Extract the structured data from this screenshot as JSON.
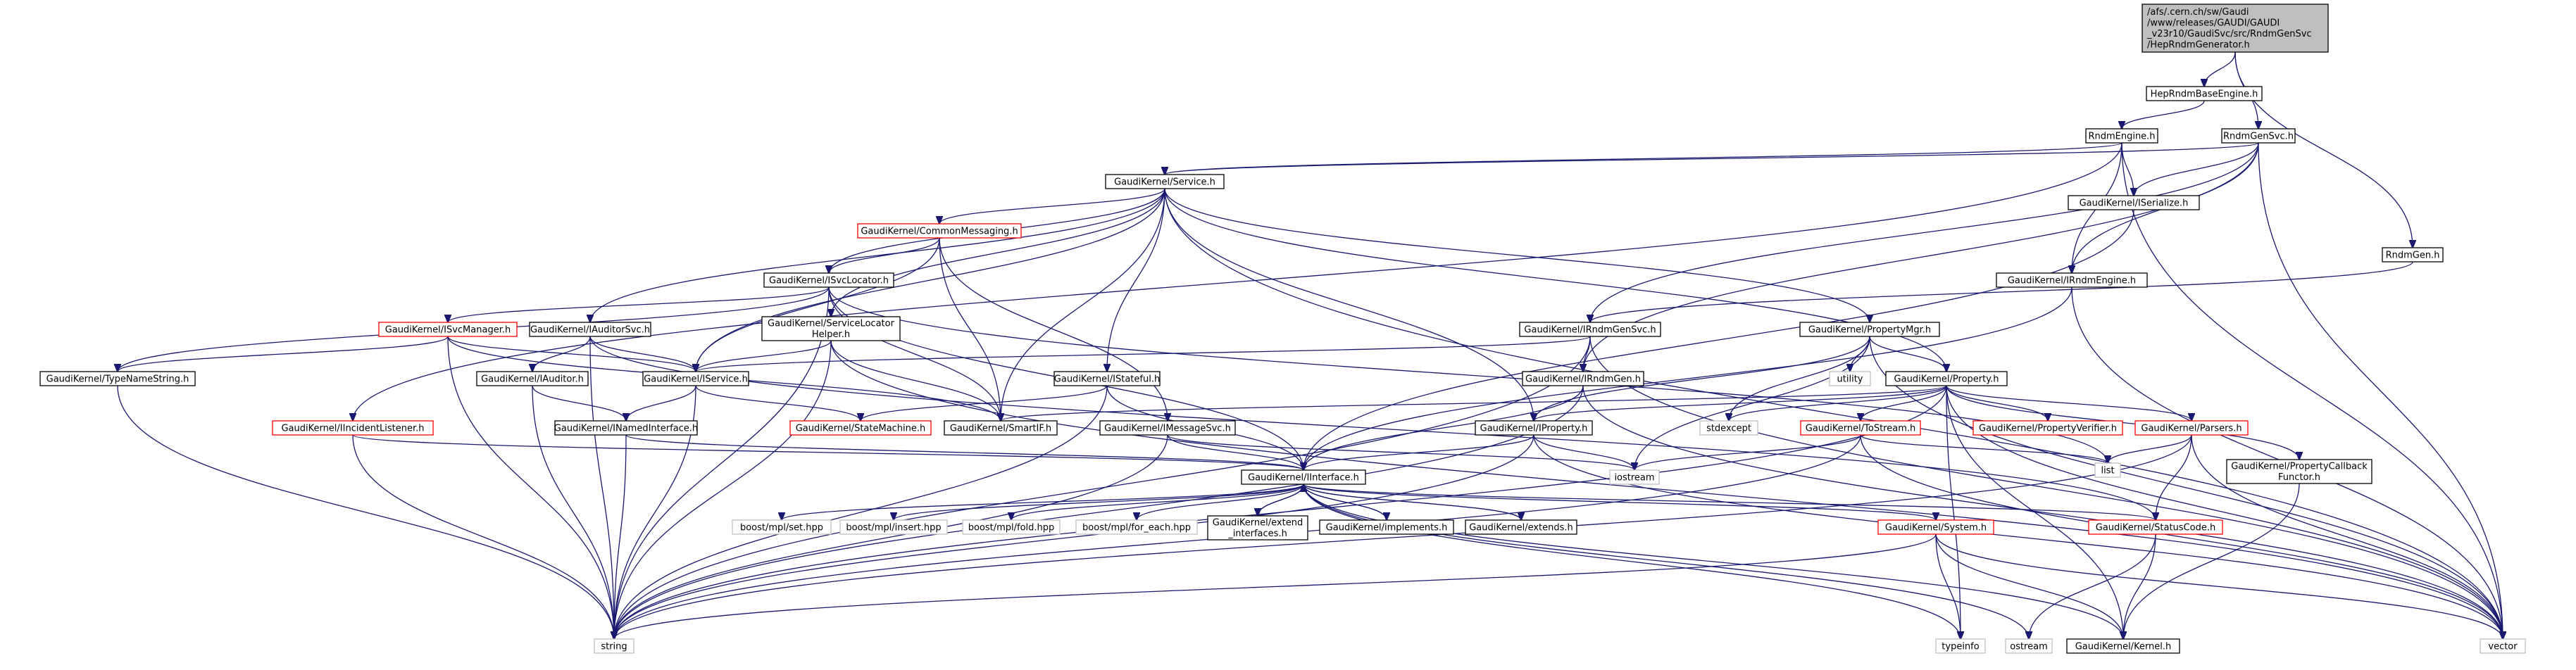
{
  "colors": {
    "edge": "#191970",
    "box_normal": "#000000",
    "box_incomplete": "#ff0000",
    "box_system": "#bfbfbf",
    "root_fill": "#bfbfbf",
    "text_normal": "#000000",
    "text_system": "#7f7f7f"
  },
  "nodes": [
    {
      "id": "root",
      "kind": "root",
      "lines": [
        "/afs/.cern.ch/sw/Gaudi",
        "/www/releases/GAUDI/GAUDI",
        "_v23r10/GaudiSvc/src/RndmGenSvc",
        "/HepRndmGenerator.h"
      ]
    },
    {
      "id": "hep_base",
      "kind": "normal",
      "lines": [
        "HepRndmBaseEngine.h"
      ]
    },
    {
      "id": "rndm_engine",
      "kind": "normal",
      "lines": [
        "RndmEngine.h"
      ]
    },
    {
      "id": "rndm_gen_svc",
      "kind": "normal",
      "lines": [
        "RndmGenSvc.h"
      ]
    },
    {
      "id": "rndm_gen",
      "kind": "normal",
      "lines": [
        "RndmGen.h"
      ]
    },
    {
      "id": "service",
      "kind": "normal",
      "lines": [
        "GaudiKernel/Service.h"
      ]
    },
    {
      "id": "iserialize",
      "kind": "normal",
      "lines": [
        "GaudiKernel/ISerialize.h"
      ]
    },
    {
      "id": "common_messaging",
      "kind": "incomplete",
      "lines": [
        "GaudiKernel/CommonMessaging.h"
      ]
    },
    {
      "id": "isvclocator",
      "kind": "normal",
      "lines": [
        "GaudiKernel/ISvcLocator.h"
      ]
    },
    {
      "id": "irndm_engine",
      "kind": "normal",
      "lines": [
        "GaudiKernel/IRndmEngine.h"
      ]
    },
    {
      "id": "isvcmanager",
      "kind": "incomplete",
      "lines": [
        "GaudiKernel/ISvcManager.h"
      ]
    },
    {
      "id": "iauditorsvc",
      "kind": "normal",
      "lines": [
        "GaudiKernel/IAuditorSvc.h"
      ]
    },
    {
      "id": "service_locator_helper",
      "kind": "normal",
      "lines": [
        "GaudiKernel/ServiceLocator",
        "Helper.h"
      ]
    },
    {
      "id": "irndm_gen_svc",
      "kind": "normal",
      "lines": [
        "GaudiKernel/IRndmGenSvc.h"
      ]
    },
    {
      "id": "property_mgr",
      "kind": "normal",
      "lines": [
        "GaudiKernel/PropertyMgr.h"
      ]
    },
    {
      "id": "type_name_string",
      "kind": "normal",
      "lines": [
        "GaudiKernel/TypeNameString.h"
      ]
    },
    {
      "id": "iauditor",
      "kind": "normal",
      "lines": [
        "GaudiKernel/IAuditor.h"
      ]
    },
    {
      "id": "iservice",
      "kind": "normal",
      "lines": [
        "GaudiKernel/IService.h"
      ]
    },
    {
      "id": "istateful",
      "kind": "normal",
      "lines": [
        "GaudiKernel/IStateful.h"
      ]
    },
    {
      "id": "irndm_gen",
      "kind": "normal",
      "lines": [
        "GaudiKernel/IRndmGen.h"
      ]
    },
    {
      "id": "utility",
      "kind": "system",
      "lines": [
        "utility"
      ]
    },
    {
      "id": "property",
      "kind": "normal",
      "lines": [
        "GaudiKernel/Property.h"
      ]
    },
    {
      "id": "iincident_listener",
      "kind": "incomplete",
      "lines": [
        "GaudiKernel/IIncidentListener.h"
      ]
    },
    {
      "id": "inamed_interface",
      "kind": "normal",
      "lines": [
        "GaudiKernel/INamedInterface.h"
      ]
    },
    {
      "id": "state_machine",
      "kind": "incomplete",
      "lines": [
        "GaudiKernel/StateMachine.h"
      ]
    },
    {
      "id": "smartif",
      "kind": "normal",
      "lines": [
        "GaudiKernel/SmartIF.h"
      ]
    },
    {
      "id": "imessage_svc",
      "kind": "normal",
      "lines": [
        "GaudiKernel/IMessageSvc.h"
      ]
    },
    {
      "id": "iproperty",
      "kind": "normal",
      "lines": [
        "GaudiKernel/IProperty.h"
      ]
    },
    {
      "id": "stdexcept",
      "kind": "system",
      "lines": [
        "stdexcept"
      ]
    },
    {
      "id": "to_stream",
      "kind": "incomplete",
      "lines": [
        "GaudiKernel/ToStream.h"
      ]
    },
    {
      "id": "property_verifier",
      "kind": "incomplete",
      "lines": [
        "GaudiKernel/PropertyVerifier.h"
      ]
    },
    {
      "id": "parsers",
      "kind": "incomplete",
      "lines": [
        "GaudiKernel/Parsers.h"
      ]
    },
    {
      "id": "iostream",
      "kind": "system",
      "lines": [
        "iostream"
      ]
    },
    {
      "id": "list",
      "kind": "system",
      "lines": [
        "list"
      ]
    },
    {
      "id": "property_callback_functor",
      "kind": "normal",
      "lines": [
        "GaudiKernel/PropertyCallback",
        "Functor.h"
      ]
    },
    {
      "id": "iinterface",
      "kind": "normal",
      "lines": [
        "GaudiKernel/IInterface.h"
      ]
    },
    {
      "id": "boost_set",
      "kind": "system",
      "lines": [
        "boost/mpl/set.hpp"
      ]
    },
    {
      "id": "boost_insert",
      "kind": "system",
      "lines": [
        "boost/mpl/insert.hpp"
      ]
    },
    {
      "id": "boost_fold",
      "kind": "system",
      "lines": [
        "boost/mpl/fold.hpp"
      ]
    },
    {
      "id": "boost_for_each",
      "kind": "system",
      "lines": [
        "boost/mpl/for_each.hpp"
      ]
    },
    {
      "id": "extend_interfaces",
      "kind": "normal",
      "lines": [
        "GaudiKernel/extend",
        "_interfaces.h"
      ]
    },
    {
      "id": "implements",
      "kind": "normal",
      "lines": [
        "GaudiKernel/implements.h"
      ]
    },
    {
      "id": "extends",
      "kind": "normal",
      "lines": [
        "GaudiKernel/extends.h"
      ]
    },
    {
      "id": "system_h",
      "kind": "incomplete",
      "lines": [
        "GaudiKernel/System.h"
      ]
    },
    {
      "id": "status_code",
      "kind": "incomplete",
      "lines": [
        "GaudiKernel/StatusCode.h"
      ]
    },
    {
      "id": "string",
      "kind": "system",
      "lines": [
        "string"
      ]
    },
    {
      "id": "typeinfo",
      "kind": "system",
      "lines": [
        "typeinfo"
      ]
    },
    {
      "id": "ostream",
      "kind": "system",
      "lines": [
        "ostream"
      ]
    },
    {
      "id": "kernel",
      "kind": "normal",
      "lines": [
        "GaudiKernel/Kernel.h"
      ]
    },
    {
      "id": "vector",
      "kind": "system",
      "lines": [
        "vector"
      ]
    }
  ],
  "edges": [
    [
      "root",
      "hep_base"
    ],
    [
      "root",
      "rndm_gen_svc"
    ],
    [
      "root",
      "rndm_gen"
    ],
    [
      "hep_base",
      "rndm_engine"
    ],
    [
      "rndm_engine",
      "service"
    ],
    [
      "rndm_engine",
      "iserialize"
    ],
    [
      "rndm_engine",
      "irndm_engine"
    ],
    [
      "rndm_engine",
      "iincident_listener"
    ],
    [
      "rndm_engine",
      "vector"
    ],
    [
      "rndm_gen_svc",
      "service"
    ],
    [
      "rndm_gen_svc",
      "iserialize"
    ],
    [
      "rndm_gen_svc",
      "irndm_engine"
    ],
    [
      "rndm_gen_svc",
      "irndm_gen_svc"
    ],
    [
      "rndm_gen_svc",
      "irndm_gen"
    ],
    [
      "rndm_gen_svc",
      "vector"
    ],
    [
      "rndm_gen",
      "irndm_gen_svc"
    ],
    [
      "service",
      "common_messaging"
    ],
    [
      "service",
      "isvclocator"
    ],
    [
      "service",
      "iauditorsvc"
    ],
    [
      "service",
      "service_locator_helper"
    ],
    [
      "service",
      "iservice"
    ],
    [
      "service",
      "istateful"
    ],
    [
      "service",
      "property_mgr"
    ],
    [
      "service",
      "property"
    ],
    [
      "service",
      "smartif"
    ],
    [
      "service",
      "iproperty"
    ],
    [
      "service",
      "vector"
    ],
    [
      "iserialize",
      "iinterface"
    ],
    [
      "common_messaging",
      "isvclocator"
    ],
    [
      "common_messaging",
      "iservice"
    ],
    [
      "common_messaging",
      "smartif"
    ],
    [
      "common_messaging",
      "imessage_svc"
    ],
    [
      "isvclocator",
      "isvcmanager"
    ],
    [
      "isvclocator",
      "type_name_string"
    ],
    [
      "isvclocator",
      "smartif"
    ],
    [
      "isvclocator",
      "iinterface"
    ],
    [
      "isvclocator",
      "string"
    ],
    [
      "isvclocator",
      "list"
    ],
    [
      "irndm_engine",
      "iinterface"
    ],
    [
      "irndm_engine",
      "vector"
    ],
    [
      "isvcmanager",
      "type_name_string"
    ],
    [
      "isvcmanager",
      "iservice"
    ],
    [
      "isvcmanager",
      "smartif"
    ],
    [
      "isvcmanager",
      "string"
    ],
    [
      "iauditorsvc",
      "iauditor"
    ],
    [
      "iauditorsvc",
      "iservice"
    ],
    [
      "iauditorsvc",
      "string"
    ],
    [
      "iauditorsvc",
      "status_code"
    ],
    [
      "service_locator_helper",
      "iservice"
    ],
    [
      "service_locator_helper",
      "smartif"
    ],
    [
      "service_locator_helper",
      "string"
    ],
    [
      "service_locator_helper",
      "vector"
    ],
    [
      "irndm_gen_svc",
      "iservice"
    ],
    [
      "irndm_gen_svc",
      "irndm_gen"
    ],
    [
      "irndm_gen_svc",
      "string"
    ],
    [
      "irndm_gen_svc",
      "vector"
    ],
    [
      "property_mgr",
      "utility"
    ],
    [
      "property_mgr",
      "property"
    ],
    [
      "property_mgr",
      "iproperty"
    ],
    [
      "property_mgr",
      "stdexcept"
    ],
    [
      "property_mgr",
      "iostream"
    ],
    [
      "property_mgr",
      "vector"
    ],
    [
      "type_name_string",
      "string"
    ],
    [
      "iauditor",
      "inamed_interface"
    ],
    [
      "iauditor",
      "string"
    ],
    [
      "iservice",
      "inamed_interface"
    ],
    [
      "iservice",
      "state_machine"
    ],
    [
      "iservice",
      "string"
    ],
    [
      "istateful",
      "state_machine"
    ],
    [
      "istateful",
      "iinterface"
    ],
    [
      "istateful",
      "string"
    ],
    [
      "irndm_gen",
      "iinterface"
    ],
    [
      "irndm_gen",
      "string"
    ],
    [
      "irndm_gen",
      "vector"
    ],
    [
      "property",
      "smartif"
    ],
    [
      "property",
      "stdexcept"
    ],
    [
      "property",
      "to_stream"
    ],
    [
      "property",
      "property_verifier"
    ],
    [
      "property",
      "parsers"
    ],
    [
      "property",
      "property_callback_functor"
    ],
    [
      "property",
      "iproperty"
    ],
    [
      "property",
      "string"
    ],
    [
      "property",
      "typeinfo"
    ],
    [
      "property",
      "kernel"
    ],
    [
      "property",
      "vector"
    ],
    [
      "iincident_listener",
      "iinterface"
    ],
    [
      "iincident_listener",
      "string"
    ],
    [
      "inamed_interface",
      "iinterface"
    ],
    [
      "inamed_interface",
      "string"
    ],
    [
      "imessage_svc",
      "iinterface"
    ],
    [
      "imessage_svc",
      "iostream"
    ],
    [
      "imessage_svc",
      "string"
    ],
    [
      "iproperty",
      "iinterface"
    ],
    [
      "iproperty",
      "iostream"
    ],
    [
      "iproperty",
      "string"
    ],
    [
      "iproperty",
      "vector"
    ],
    [
      "to_stream",
      "iostream"
    ],
    [
      "to_stream",
      "list"
    ],
    [
      "to_stream",
      "string"
    ],
    [
      "to_stream",
      "vector"
    ],
    [
      "parsers",
      "list"
    ],
    [
      "parsers",
      "status_code"
    ],
    [
      "parsers",
      "string"
    ],
    [
      "parsers",
      "vector"
    ],
    [
      "property_callback_functor",
      "kernel"
    ],
    [
      "iinterface",
      "boost_set"
    ],
    [
      "iinterface",
      "boost_insert"
    ],
    [
      "iinterface",
      "boost_fold"
    ],
    [
      "iinterface",
      "boost_for_each"
    ],
    [
      "iinterface",
      "extend_interfaces"
    ],
    [
      "iinterface",
      "implements"
    ],
    [
      "iinterface",
      "extends"
    ],
    [
      "iinterface",
      "system_h"
    ],
    [
      "iinterface",
      "status_code"
    ],
    [
      "iinterface",
      "typeinfo"
    ],
    [
      "iinterface",
      "ostream"
    ],
    [
      "iinterface",
      "kernel"
    ],
    [
      "extend_interfaces",
      "iinterface"
    ],
    [
      "implements",
      "iinterface"
    ],
    [
      "extends",
      "iinterface"
    ],
    [
      "system_h",
      "string"
    ],
    [
      "system_h",
      "typeinfo"
    ],
    [
      "system_h",
      "kernel"
    ],
    [
      "system_h",
      "vector"
    ],
    [
      "status_code",
      "ostream"
    ],
    [
      "status_code",
      "kernel"
    ]
  ]
}
